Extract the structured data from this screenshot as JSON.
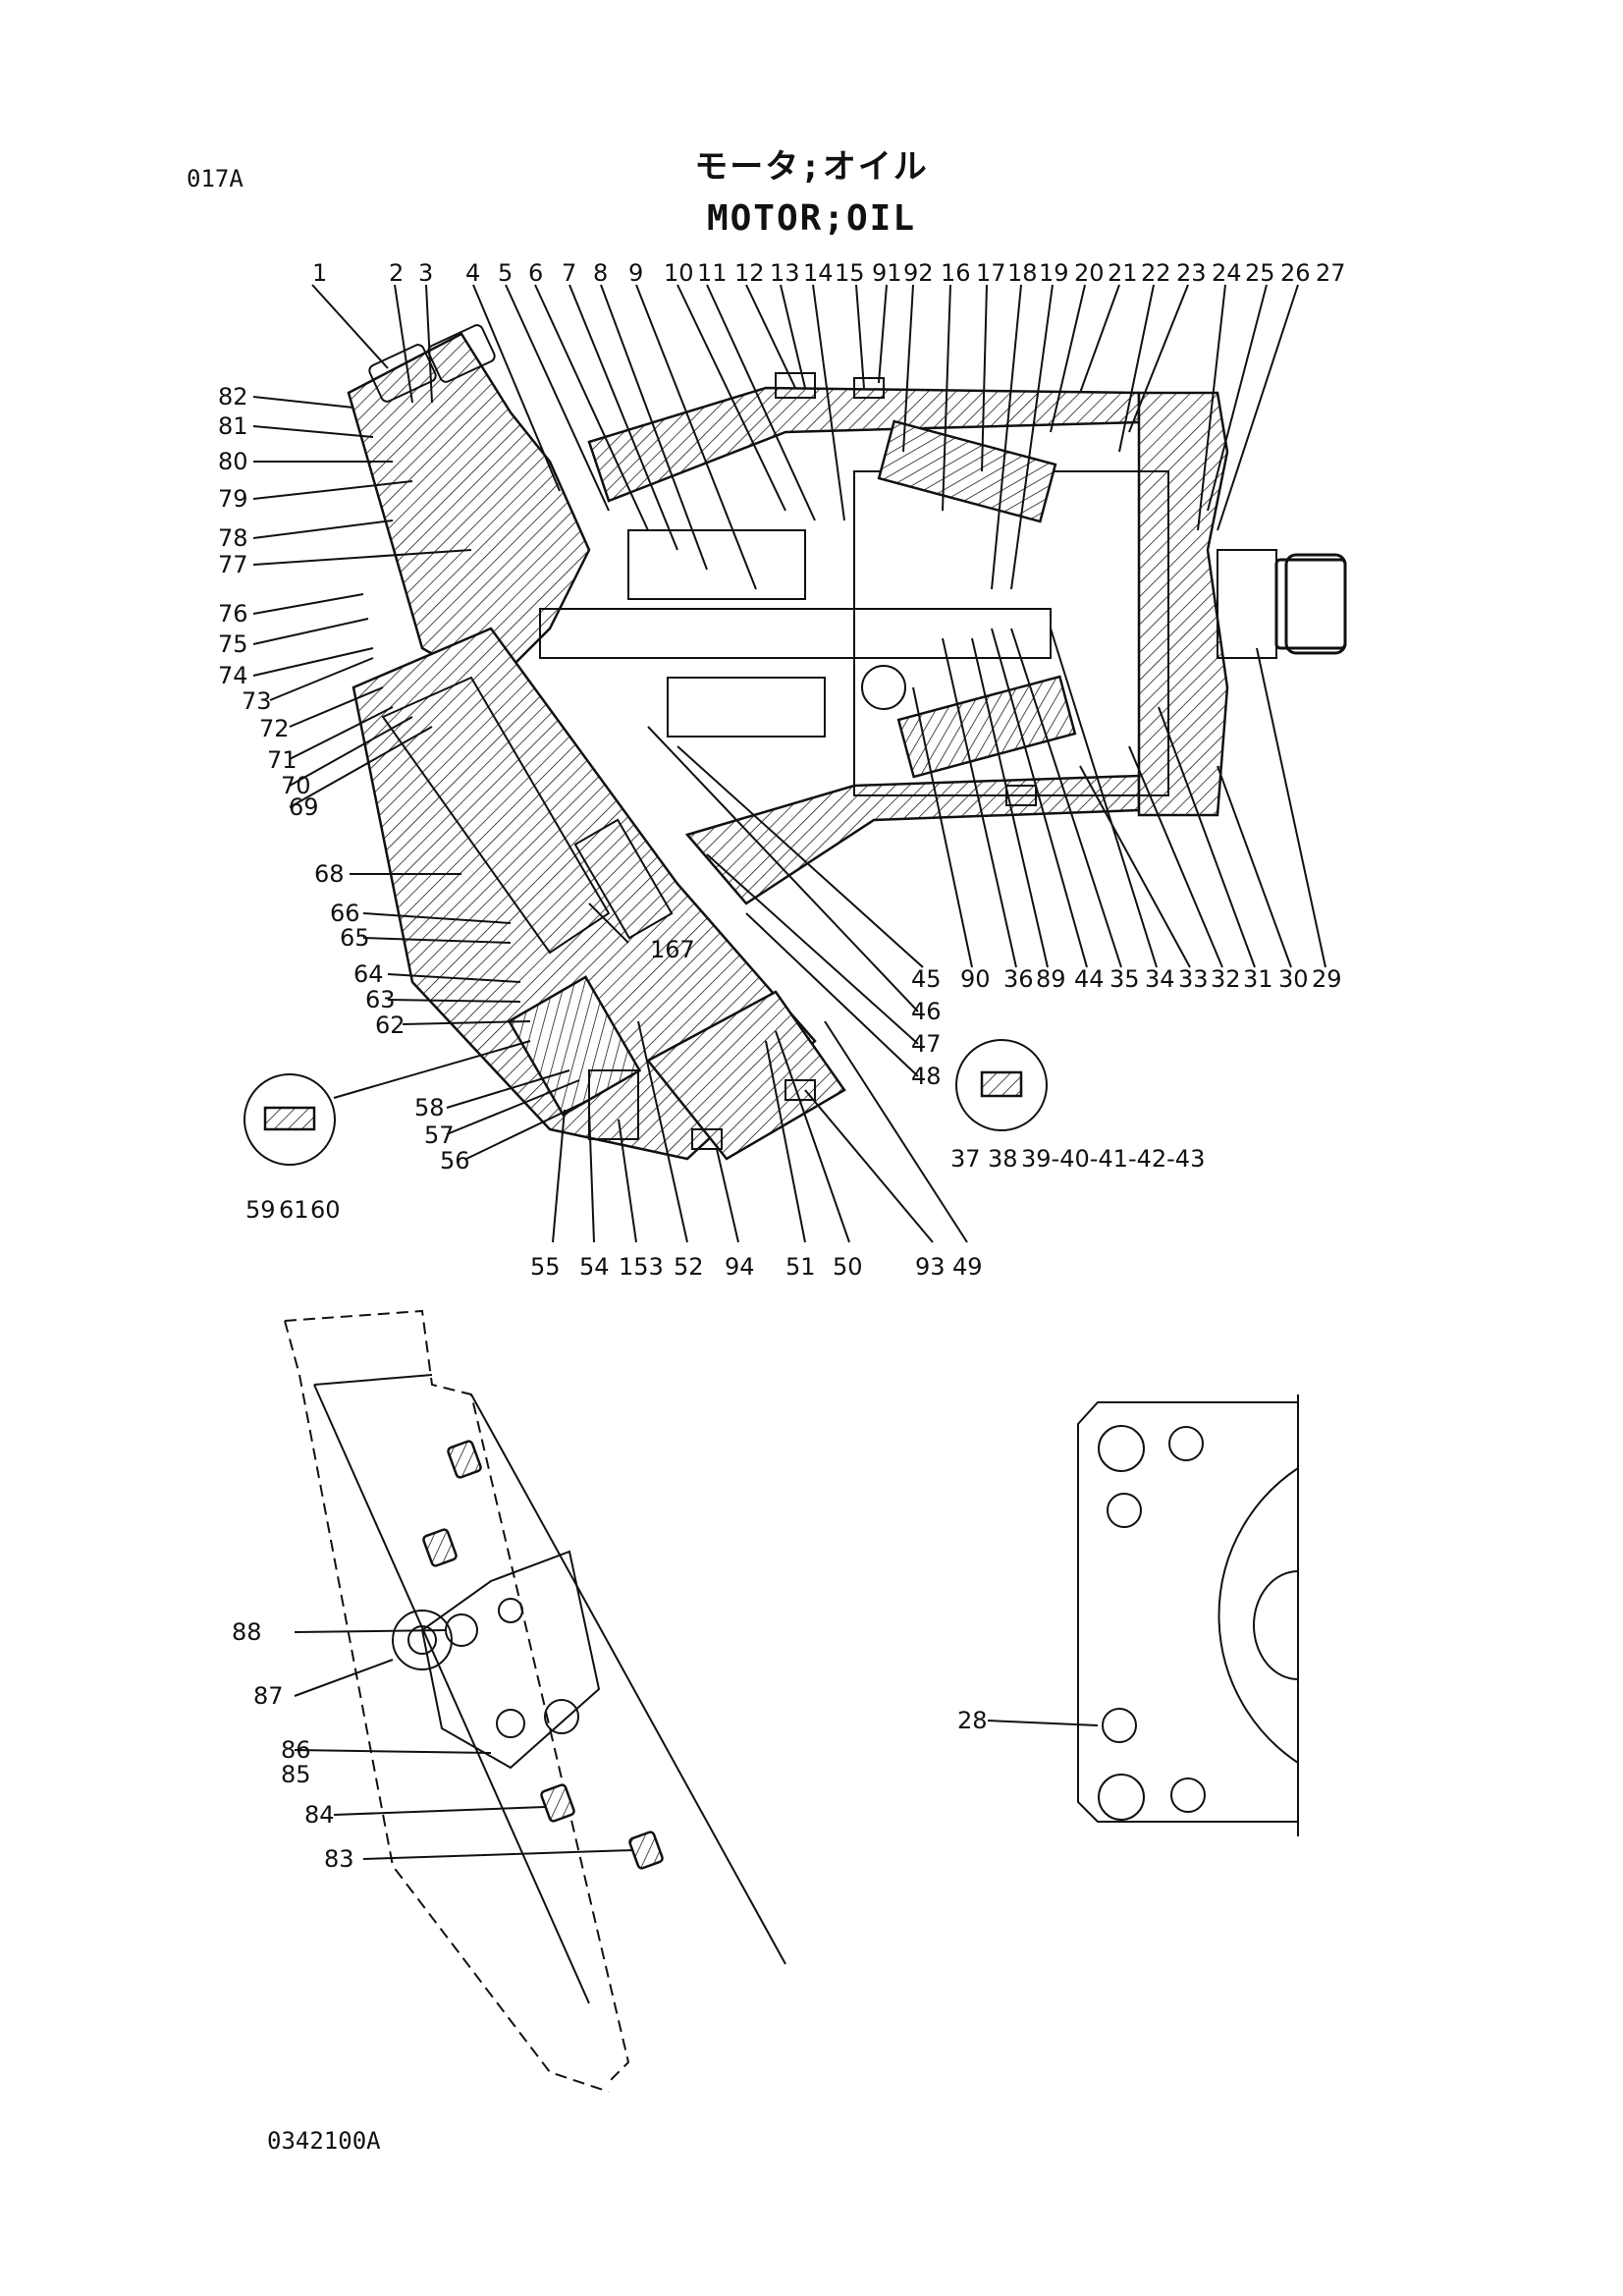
{
  "header": {
    "page_code": "017A",
    "title_jp": "モータ;オイル",
    "title_en": "MOTOR;OIL"
  },
  "footer": {
    "drawing_number": "0342100A"
  },
  "callouts": {
    "top_row": [
      "1",
      "2",
      "3",
      "4",
      "5",
      "6",
      "7",
      "8",
      "9",
      "10",
      "11",
      "12",
      "13",
      "14",
      "15",
      "91",
      "92",
      "16",
      "17",
      "18",
      "19",
      "20",
      "21",
      "22",
      "23",
      "24",
      "25",
      "26",
      "27"
    ],
    "left_column": [
      "82",
      "81",
      "80",
      "79",
      "78",
      "77",
      "76",
      "75",
      "74",
      "73",
      "72",
      "71",
      "70",
      "69",
      "68",
      "66",
      "65",
      "64",
      "63",
      "62",
      "58",
      "57",
      "56"
    ],
    "right_row": [
      "45",
      "90",
      "36",
      "89",
      "44",
      "35",
      "34",
      "33",
      "32",
      "31",
      "30",
      "29"
    ],
    "right_stack": [
      "46",
      "47",
      "48"
    ],
    "inner": "167",
    "detail_left": [
      "59",
      "61",
      "60"
    ],
    "detail_right": [
      "37",
      "38",
      "39-40-41-42-43"
    ],
    "bottom_row": [
      "55",
      "54",
      "153",
      "52",
      "94",
      "51",
      "50",
      "93",
      "49"
    ],
    "lower_left": [
      "88",
      "87",
      "86",
      "85",
      "84",
      "83"
    ],
    "lower_right": [
      "28"
    ]
  }
}
